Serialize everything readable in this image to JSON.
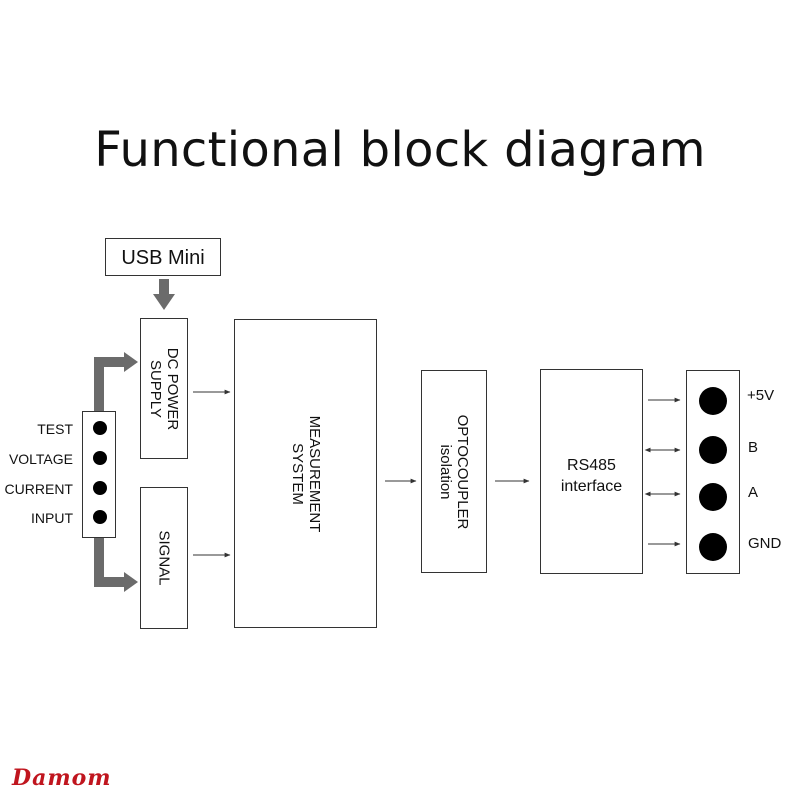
{
  "diagram": {
    "title": "Functional block diagram",
    "usb_label": "USB Mini",
    "dc_power_lines": [
      "DC POWER",
      "SUPPLY"
    ],
    "signal_label": "SIGNAL",
    "measurement_lines": [
      "MEASUREMENT",
      "SYSTEM"
    ],
    "optocoupler_lines": [
      "OPTOCOUPLER",
      "isolation"
    ],
    "rs485_lines": [
      "RS485",
      "interface"
    ],
    "test_labels": [
      "TEST",
      "VOLTAGE",
      "CURRENT",
      "INPUT"
    ],
    "pin_labels": [
      "+5V",
      "B",
      "A",
      "GND"
    ],
    "colors": {
      "thick_arrow": "#6b6b6b",
      "line": "#333333",
      "watermark": "#c0151e"
    }
  },
  "watermark": "Damom"
}
